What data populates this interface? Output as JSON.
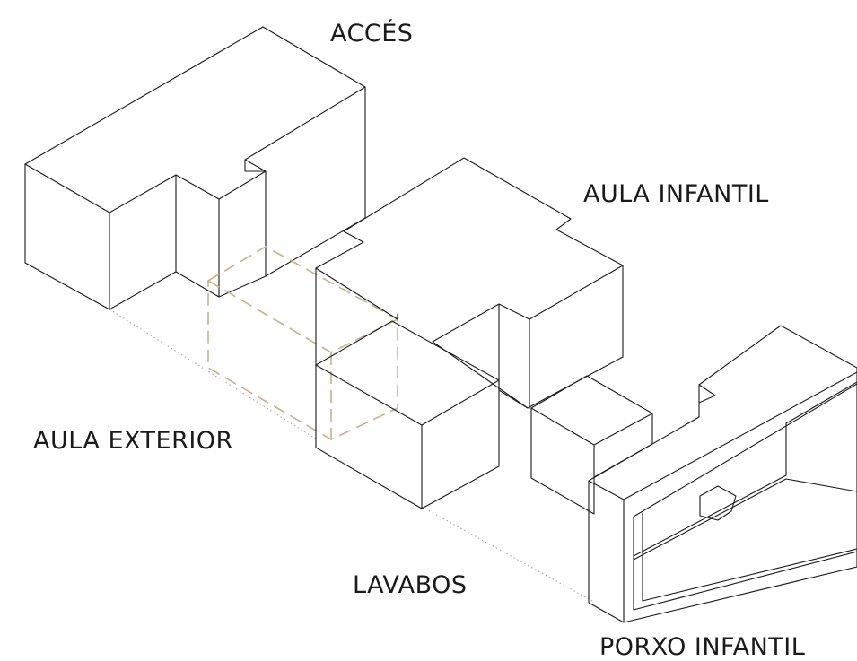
{
  "labels": {
    "acces": "ACCÉS",
    "aula_infantil": "AULA INFANTIL",
    "aula_exterior": "AULA EXTERIOR",
    "lavabos": "LAVABOS",
    "porxo_infantil": "PORXO INFANTIL"
  },
  "colors": {
    "line": "#1a1a1a",
    "dashed_outline": "#c8b08a",
    "dotted_ground": "#9a9a9a",
    "background": "#ffffff"
  }
}
